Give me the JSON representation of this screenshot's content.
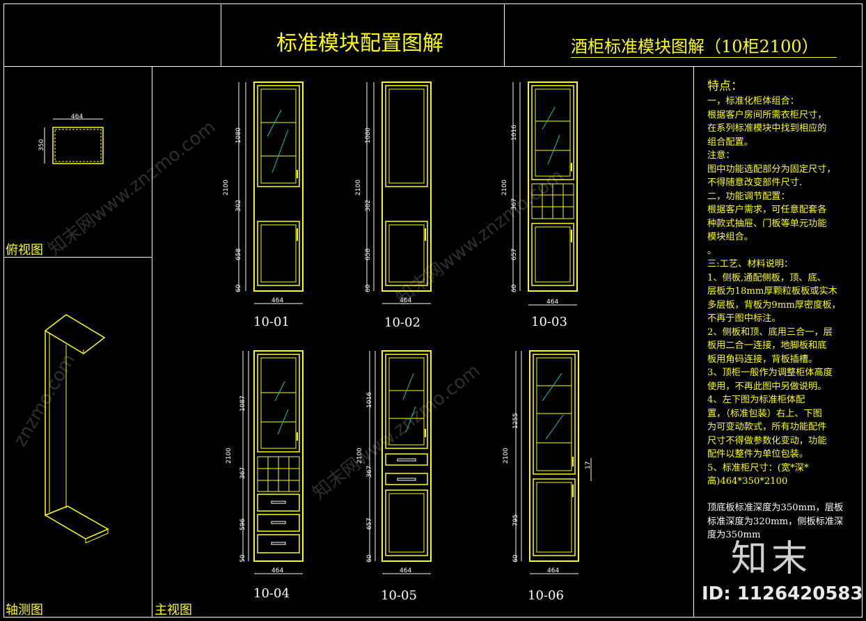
{
  "header": {
    "title_left": "标准模块配置图解",
    "title_right": "酒柜标准模块图解（10柜2100）"
  },
  "panels": {
    "top_view_label": "俯视图",
    "axon_view_label": "轴测图",
    "front_view_label": "主视图"
  },
  "top_view": {
    "width": "464",
    "depth": "350"
  },
  "cabinets": [
    {
      "id": "10-01",
      "width": "464",
      "total": "2100",
      "dims": [
        "1080",
        "302",
        "658",
        "60"
      ]
    },
    {
      "id": "10-02",
      "width": "464",
      "total": "2100",
      "dims": [
        "1080",
        "302",
        "658",
        "60"
      ]
    },
    {
      "id": "10-03",
      "width": "464",
      "total": "2100",
      "dims": [
        "1016",
        "367",
        "657",
        "60"
      ]
    },
    {
      "id": "10-04",
      "width": "464",
      "total": "2100",
      "dims": [
        "1087",
        "367",
        "596",
        "50"
      ]
    },
    {
      "id": "10-05",
      "width": "464",
      "total": "2100",
      "dims": [
        "1016",
        "367",
        "657",
        "60"
      ]
    },
    {
      "id": "10-06",
      "width": "464",
      "total": "2100",
      "dims": [
        "1255",
        "795",
        "60"
      ],
      "extra": "17"
    }
  ],
  "notes": {
    "heading": "特点：",
    "lines": [
      "一，标准化柜体组合：",
      "根据客户房间所需衣柜尺寸，",
      "在系列标准模块中找到相应的",
      "组合配置。",
      "注意：",
      "图中功能选配部分为固定尺寸，",
      "不得随意改变部件尺寸.",
      "二，功能调节配置：",
      "根据客户需求，可任意配套各",
      "种款式抽屉、门板等单元功能",
      "模块组合。",
      "。",
      "三:工艺、材料说明：",
      "1、侧板,通配侧板，顶、底、",
      "层板为18mm厚颗粒板板或实木",
      "多层板，背板为9mm厚密度板，",
      "不再于图中标注。",
      "2、侧板和顶、底用三合一，层",
      "板用二合一连接，地脚板和底",
      "板用角码连接，背板插槽。",
      "3、顶柜一般作为调整柜体高度",
      "使用，不再此图中另做说明。",
      "4、左下图为标准柜体配",
      "置，（标准包装）右上、下图",
      "为可变动款式，所有功能配件",
      "尺寸不得做参数化变动，功能",
      "配件以整件为单位包装。",
      "5、标准柜尺寸：(宽*深*",
      "高)464*350*2100"
    ],
    "depth_note": [
      "顶底板标准深度为350mm，层板",
      "标准深度为320mm，侧板标准深",
      "度为350mm"
    ]
  },
  "watermark": {
    "text": "znzmo.com",
    "text_cn": "知末网www.znzmo.com",
    "logo": "知末",
    "id": "ID: 1126420583"
  },
  "colors": {
    "frame": "#ffffff",
    "drawing": "#ffff00",
    "glass": "#00c8c8",
    "background": "#000000"
  }
}
